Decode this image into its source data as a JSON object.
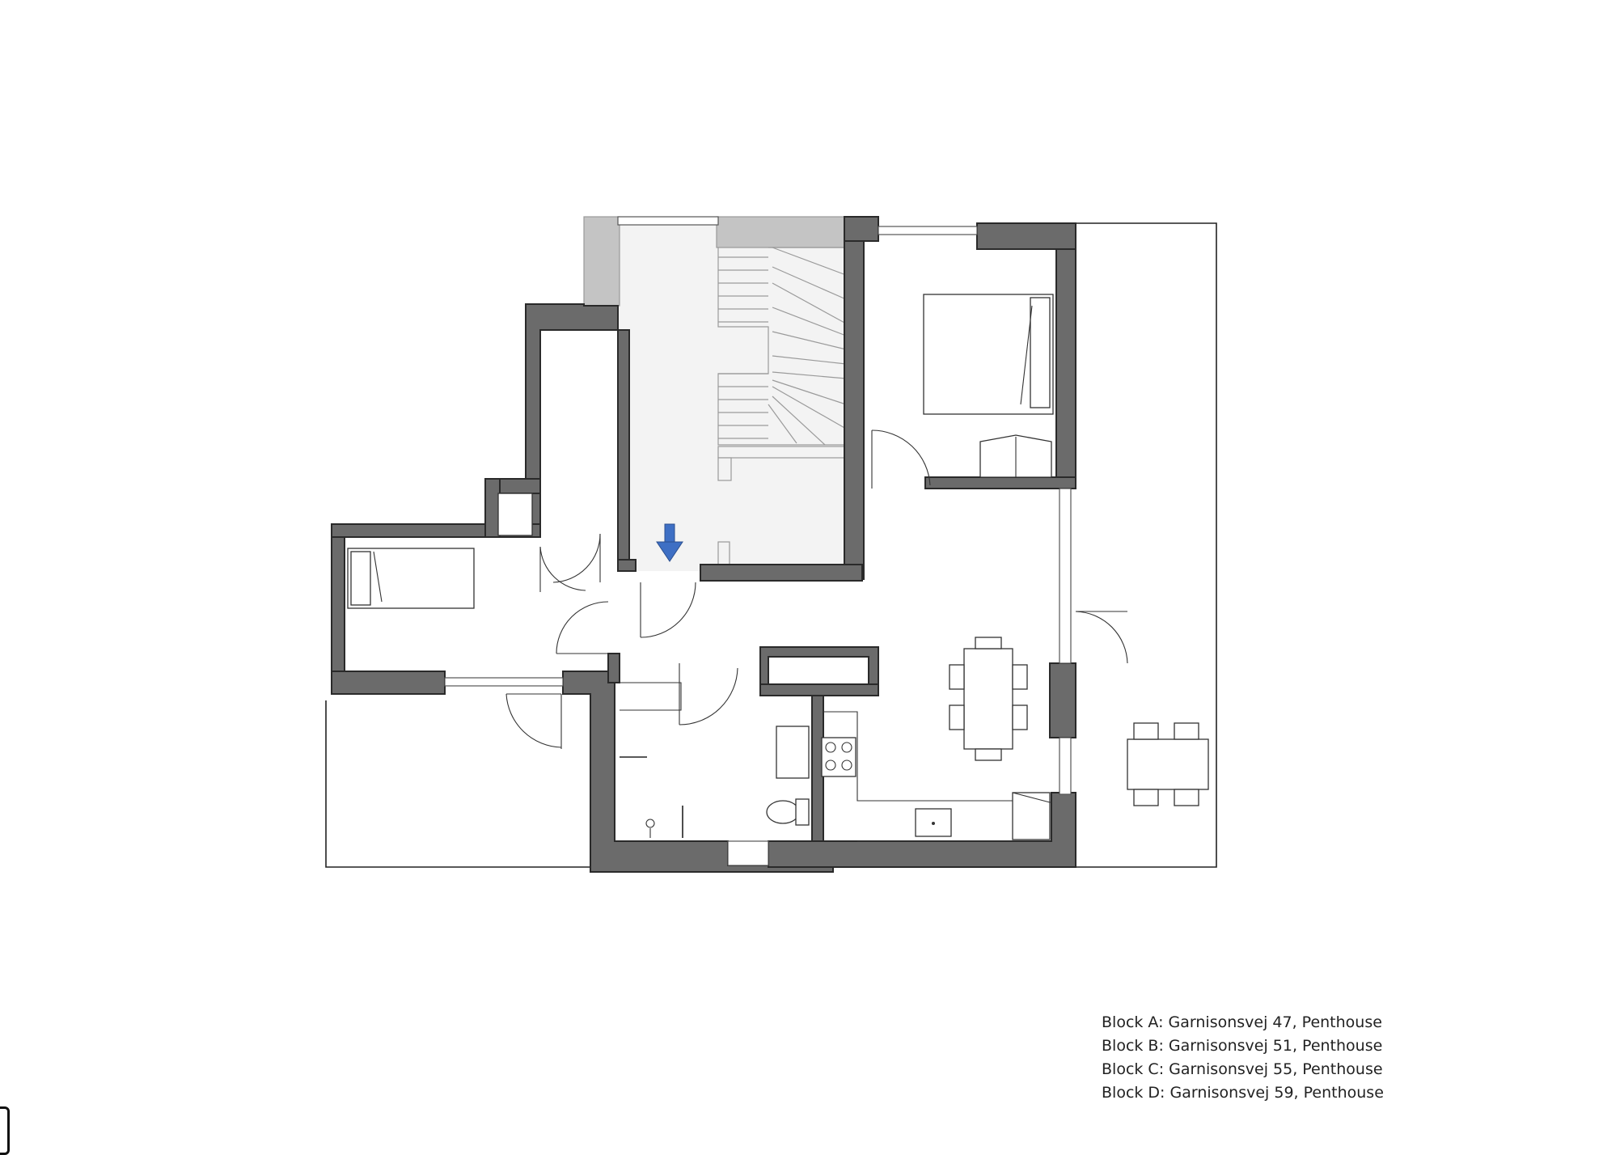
{
  "plan": {
    "colors": {
      "wall": "#6b6b6b",
      "wall_outline": "#2a2a2a",
      "stair_area": "#f3f3f3",
      "stair_wall": "#c4c4c4",
      "entry_arrow": "#3e6fc4",
      "line": "#222222"
    },
    "icons": [
      "entry-arrow-icon",
      "stair-icon",
      "bed-icon",
      "dining-table-icon",
      "chair-icon",
      "stove-icon",
      "sink-icon",
      "toilet-icon",
      "washbasin-icon",
      "door-swing-icon",
      "window-icon"
    ]
  },
  "caption": {
    "lines": [
      "Block A: Garnisonsvej 47, Penthouse",
      "Block B: Garnisonsvej 51, Penthouse",
      "Block C: Garnisonsvej 55, Penthouse",
      "Block D: Garnisonsvej 59, Penthouse"
    ]
  }
}
